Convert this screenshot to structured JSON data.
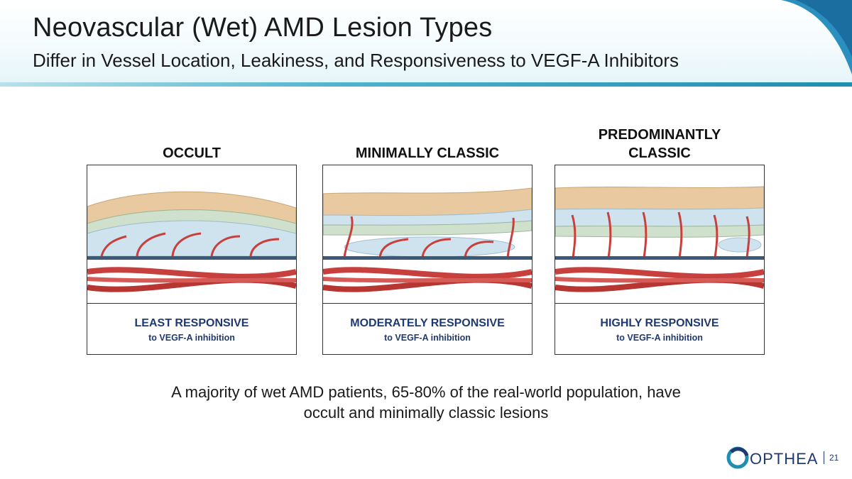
{
  "header": {
    "title": "Neovascular (Wet) AMD Lesion Types",
    "subtitle": "Differ in Vessel Location, Leakiness, and Responsiveness to VEGF-A Inhibitors"
  },
  "panels": [
    {
      "heading_line1": "OCCULT",
      "heading_line2": "",
      "response": "LEAST RESPONSIVE",
      "response_sub": "to VEGF-A inhibition"
    },
    {
      "heading_line1": "MINIMALLY CLASSIC",
      "heading_line2": "",
      "response": "MODERATELY RESPONSIVE",
      "response_sub": "to VEGF-A inhibition"
    },
    {
      "heading_line1": "PREDOMINANTLY",
      "heading_line2": "CLASSIC",
      "response": "HIGHLY RESPONSIVE",
      "response_sub": "to VEGF-A inhibition"
    }
  ],
  "footnote": {
    "line1": "A majority of wet AMD patients, 65-80% of the real-world population, have",
    "line2": "occult and minimally classic lesions"
  },
  "footer": {
    "logo_text": "OPTHEA",
    "page_number": "21"
  },
  "colors": {
    "brand_navy": "#1f3a70",
    "accent_teal": "#1e8fb0",
    "vessel_red": "#c8403d",
    "fluid_blue": "#cfe3ef",
    "rpe_green": "#cfe0cc",
    "photoreceptor_tan": "#e8c9a0",
    "bruchs_membrane": "#3c5a78"
  }
}
